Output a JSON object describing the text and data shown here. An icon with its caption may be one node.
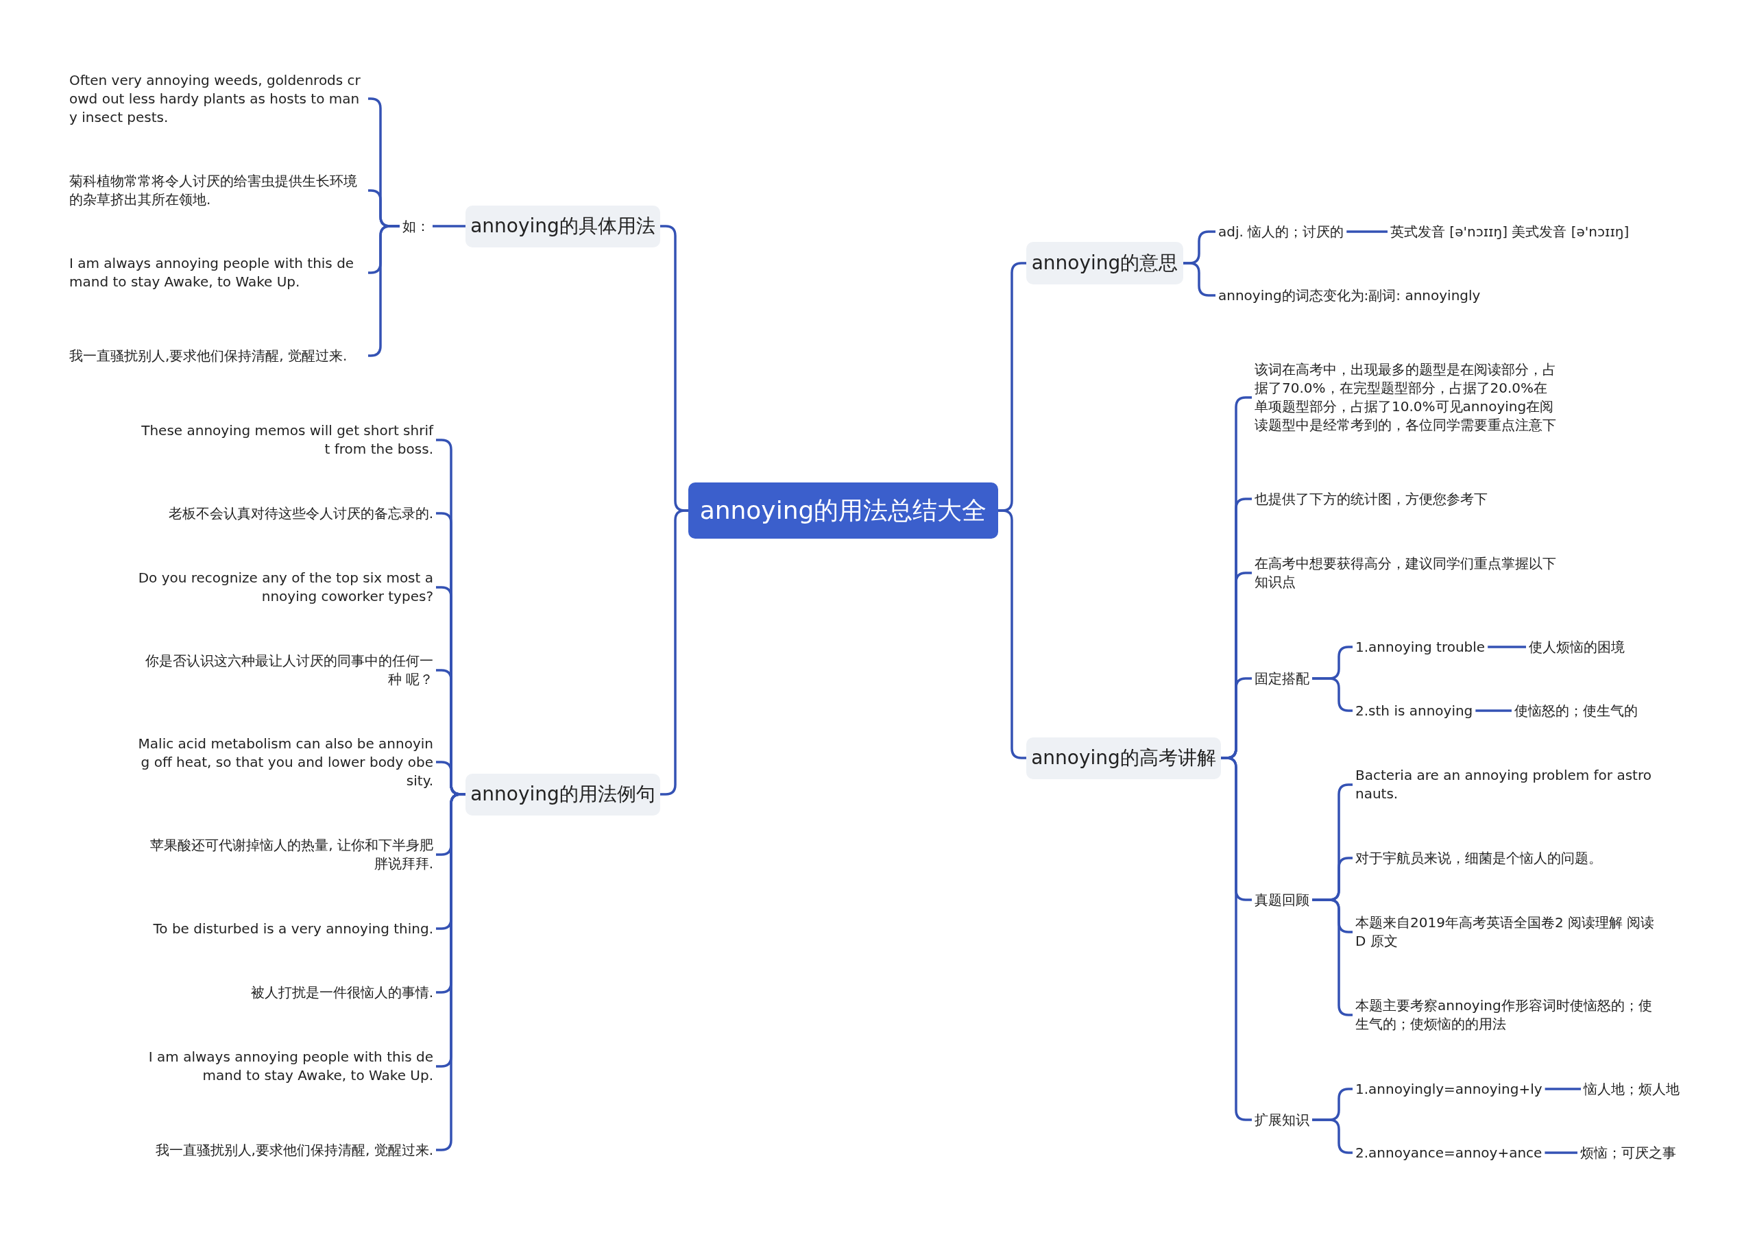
{
  "diagram": {
    "nodes": [
      {
        "text": [
          "annoying的用法总结大全"
        ]
      },
      {
        "text": [
          "annoying的具体用法"
        ]
      },
      {
        "text": [
          "如："
        ]
      },
      {
        "text": [
          "Often very annoying weeds, goldenrods crowd out less hardy plants as hosts to many insect pests."
        ]
      },
      {
        "text": [
          "菊科植物常常将令人讨厌的给害虫提供生长环境的杂草挤出其所在领地."
        ]
      },
      {
        "text": [
          "I am always annoying people with this demand to stay Awake, to Wake Up."
        ]
      },
      {
        "text": [
          "我一直骚扰别人,要求他们保持清醒, 觉醒过来."
        ]
      },
      {
        "text": [
          "annoying的用法例句"
        ]
      },
      {
        "text": [
          "These annoying memos will get short shrift from the boss."
        ]
      },
      {
        "text": [
          "老板不会认真对待这些令人讨厌的备忘录的."
        ]
      },
      {
        "text": [
          "Do you recognize any of the top six most annoying coworker types?"
        ]
      },
      {
        "text": [
          "你是否认识这六种最让人讨厌的同事中的任何一种 呢？"
        ]
      },
      {
        "text": [
          "Malic acid metabolism can also be annoying off heat, so that you and lower body obesity."
        ]
      },
      {
        "text": [
          "苹果酸还可代谢掉恼人的热量, 让你和下半身肥胖说拜拜."
        ]
      },
      {
        "text": [
          "To be disturbed is a very annoying thing."
        ]
      },
      {
        "text": [
          "被人打扰是一件很恼人的事情."
        ]
      },
      {
        "text": [
          "I am always annoying people with this demand to stay Awake, to Wake Up."
        ]
      },
      {
        "text": [
          "我一直骚扰别人,要求他们保持清醒, 觉醒过来."
        ]
      },
      {
        "text": [
          "annoying的意思"
        ]
      },
      {
        "text": [
          "adj. 恼人的；讨厌的"
        ]
      },
      {
        "text": [
          "英式发音 [ə'nɔɪɪŋ] 美式发音 [ə'nɔɪɪŋ]"
        ]
      },
      {
        "text": [
          "annoying的词态变化为:副词: annoyingly"
        ]
      },
      {
        "text": [
          "annoying的高考讲解"
        ]
      },
      {
        "text": [
          "该词在高考中，出现最多的题型是在阅读部分，占据了70.0%，在完型题型部分，占据了20.0%在单项题型部分，占据了10.0%可见annoying在阅读题型中是经常考到的，各位同学需要重点注意下"
        ]
      },
      {
        "text": [
          "也提供了下方的统计图，方便您参考下"
        ]
      },
      {
        "text": [
          "在高考中想要获得高分，建议同学们重点掌握以下知识点"
        ]
      },
      {
        "text": [
          "固定搭配"
        ]
      },
      {
        "text": [
          "1.annoying trouble"
        ]
      },
      {
        "text": [
          "使人烦恼的困境"
        ]
      },
      {
        "text": [
          "2.sth is annoying"
        ]
      },
      {
        "text": [
          "使恼怒的；使生气的"
        ]
      },
      {
        "text": [
          "真题回顾"
        ]
      },
      {
        "text": [
          "Bacteria are an annoying problem for astronauts."
        ]
      },
      {
        "text": [
          "对于宇航员来说，细菌是个恼人的问题。"
        ]
      },
      {
        "text": [
          "本题来自2019年高考英语全国卷2 阅读理解 阅读D 原文"
        ]
      },
      {
        "text": [
          "本题主要考察annoying作形容词时使恼怒的；使生气的；使烦恼的的用法"
        ]
      },
      {
        "text": [
          "扩展知识"
        ]
      },
      {
        "text": [
          "1.annoyingly=annoying+ly"
        ]
      },
      {
        "text": [
          "恼人地；烦人地"
        ]
      },
      {
        "text": [
          "2.annoyance=annoy+ance"
        ]
      },
      {
        "text": [
          "烦恼；可厌之事"
        ]
      }
    ],
    "edges": [
      {
        "from": 0,
        "to": 1,
        "arrow": "none"
      },
      {
        "from": 1,
        "to": 2,
        "arrow": "none"
      },
      {
        "from": 2,
        "to": 3,
        "arrow": "none"
      },
      {
        "from": 2,
        "to": 4,
        "arrow": "none"
      },
      {
        "from": 2,
        "to": 5,
        "arrow": "none"
      },
      {
        "from": 2,
        "to": 6,
        "arrow": "none"
      },
      {
        "from": 0,
        "to": 7,
        "arrow": "none"
      },
      {
        "from": 7,
        "to": 8,
        "arrow": "none"
      },
      {
        "from": 7,
        "to": 9,
        "arrow": "none"
      },
      {
        "from": 7,
        "to": 10,
        "arrow": "none"
      },
      {
        "from": 7,
        "to": 11,
        "arrow": "none"
      },
      {
        "from": 7,
        "to": 12,
        "arrow": "none"
      },
      {
        "from": 7,
        "to": 13,
        "arrow": "none"
      },
      {
        "from": 7,
        "to": 14,
        "arrow": "none"
      },
      {
        "from": 7,
        "to": 15,
        "arrow": "none"
      },
      {
        "from": 7,
        "to": 16,
        "arrow": "none"
      },
      {
        "from": 7,
        "to": 17,
        "arrow": "none"
      },
      {
        "from": 0,
        "to": 18,
        "arrow": "none"
      },
      {
        "from": 18,
        "to": 19,
        "arrow": "none"
      },
      {
        "from": 19,
        "to": 20,
        "arrow": "none"
      },
      {
        "from": 18,
        "to": 21,
        "arrow": "none"
      },
      {
        "from": 0,
        "to": 22,
        "arrow": "none"
      },
      {
        "from": 22,
        "to": 23,
        "arrow": "none"
      },
      {
        "from": 22,
        "to": 24,
        "arrow": "none"
      },
      {
        "from": 22,
        "to": 25,
        "arrow": "none"
      },
      {
        "from": 22,
        "to": 26,
        "arrow": "none"
      },
      {
        "from": 26,
        "to": 27,
        "arrow": "none"
      },
      {
        "from": 27,
        "to": 28,
        "arrow": "none"
      },
      {
        "from": 26,
        "to": 29,
        "arrow": "none"
      },
      {
        "from": 29,
        "to": 30,
        "arrow": "none"
      },
      {
        "from": 22,
        "to": 31,
        "arrow": "none"
      },
      {
        "from": 31,
        "to": 32,
        "arrow": "none"
      },
      {
        "from": 31,
        "to": 33,
        "arrow": "none"
      },
      {
        "from": 31,
        "to": 34,
        "arrow": "none"
      },
      {
        "from": 31,
        "to": 35,
        "arrow": "none"
      },
      {
        "from": 22,
        "to": 36,
        "arrow": "none"
      },
      {
        "from": 36,
        "to": 37,
        "arrow": "none"
      },
      {
        "from": 37,
        "to": 38,
        "arrow": "none"
      },
      {
        "from": 36,
        "to": 39,
        "arrow": "none"
      },
      {
        "from": 39,
        "to": 40,
        "arrow": "none"
      }
    ]
  }
}
